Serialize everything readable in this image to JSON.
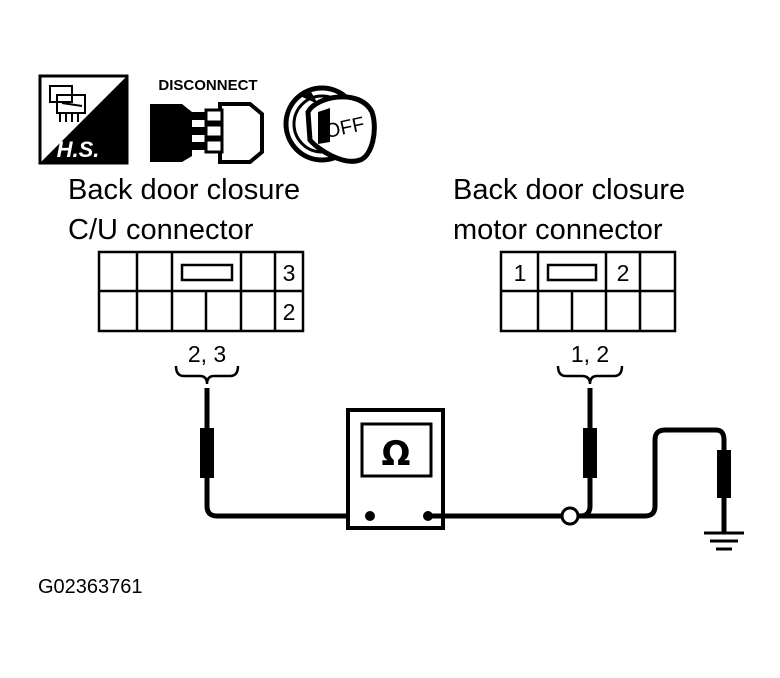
{
  "icons": {
    "hs": {
      "name": "harness-symbol-icon",
      "text": "H.S."
    },
    "disconnect": {
      "name": "disconnect-icon",
      "text": "DISCONNECT"
    },
    "ignition": {
      "name": "ignition-key-off-icon",
      "text": "OFF"
    }
  },
  "left_connector": {
    "title_line1": "Back door closure",
    "title_line2": "C/U connector",
    "pin_top": "3",
    "pin_bottom": "2",
    "terminals": "2, 3"
  },
  "right_connector": {
    "title_line1": "Back door closure",
    "title_line2": "motor connector",
    "pin_left": "1",
    "pin_right": "2",
    "terminals": "1, 2"
  },
  "meter": {
    "symbol": "Ω"
  },
  "figure_code": "G02363761",
  "colors": {
    "line": "#000000",
    "background": "#ffffff"
  }
}
